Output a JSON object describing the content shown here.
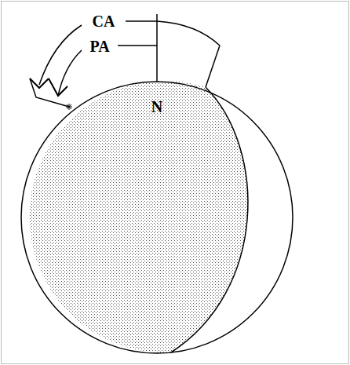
{
  "diagram": {
    "labels": [
      "CA",
      "PA",
      "N"
    ]
  }
}
